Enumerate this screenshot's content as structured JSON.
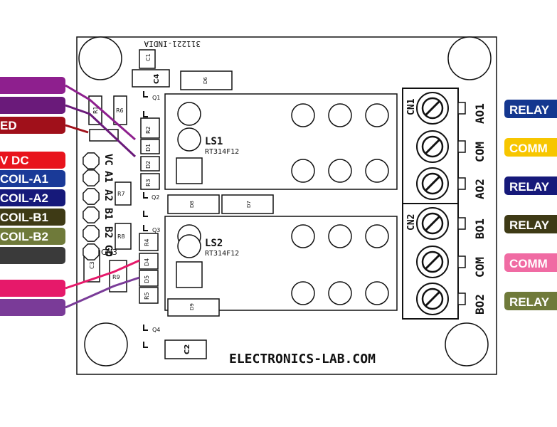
{
  "board": {
    "footer_logo": "ELECTRONICS-LAB.COM",
    "mirrored_code": "311221-INDIA"
  },
  "connectors": {
    "cn1": "CN1",
    "cn2": "CN2",
    "cn3": "CN3",
    "cn1_pins": [
      "AO1",
      "COM",
      "AO2"
    ],
    "cn2_pins": [
      "BO1",
      "COM",
      "BO2"
    ],
    "cn3_pins": [
      "VC",
      "A1",
      "A2",
      "B1",
      "B2",
      "GD"
    ]
  },
  "relays": {
    "ls1_name": "LS1",
    "ls1_part": "RT314F12",
    "ls2_name": "LS2",
    "ls2_part": "RT314F12"
  },
  "components": {
    "c1": "C1",
    "c2": "C2",
    "c3": "C3",
    "c4": "C4",
    "r1": "R1",
    "r2": "R2",
    "r3": "R3",
    "r4": "R4",
    "r5": "R5",
    "r6": "R6",
    "r7": "R7",
    "r8": "R8",
    "r9": "R9",
    "d1": "D1",
    "d2": "D2",
    "d4": "D4",
    "d5": "D5",
    "d6": "D6",
    "d7": "D7",
    "d8": "D8",
    "d9": "D9",
    "q1": "Q1",
    "q2": "Q2",
    "q3": "Q3",
    "q4": "Q4"
  },
  "left_labels": [
    {
      "text": "",
      "color": "#8e1f8e"
    },
    {
      "text": "",
      "color": "#6a1a7a"
    },
    {
      "text": "ED",
      "color": "#a0101a"
    },
    {
      "text": "V DC",
      "color": "#e8141c"
    },
    {
      "text": "COIL-A1",
      "color": "#1a3a98"
    },
    {
      "text": "COIL-A2",
      "color": "#16197a"
    },
    {
      "text": "COIL-B1",
      "color": "#3e3a15"
    },
    {
      "text": "COIL-B2",
      "color": "#6f7a3a"
    },
    {
      "text": "",
      "color": "#3a3a3a"
    },
    {
      "text": "",
      "color": "#e6196a"
    },
    {
      "text": "",
      "color": "#7a3b98"
    }
  ],
  "right_labels": [
    {
      "text": "RELAY",
      "color": "#14378f"
    },
    {
      "text": "COMM",
      "color": "#f7c600"
    },
    {
      "text": "RELAY",
      "color": "#16197a"
    },
    {
      "text": "RELAY",
      "color": "#3e3a15"
    },
    {
      "text": "COMM",
      "color": "#f06ba3"
    },
    {
      "text": "RELAY",
      "color": "#6f7a3a"
    }
  ]
}
